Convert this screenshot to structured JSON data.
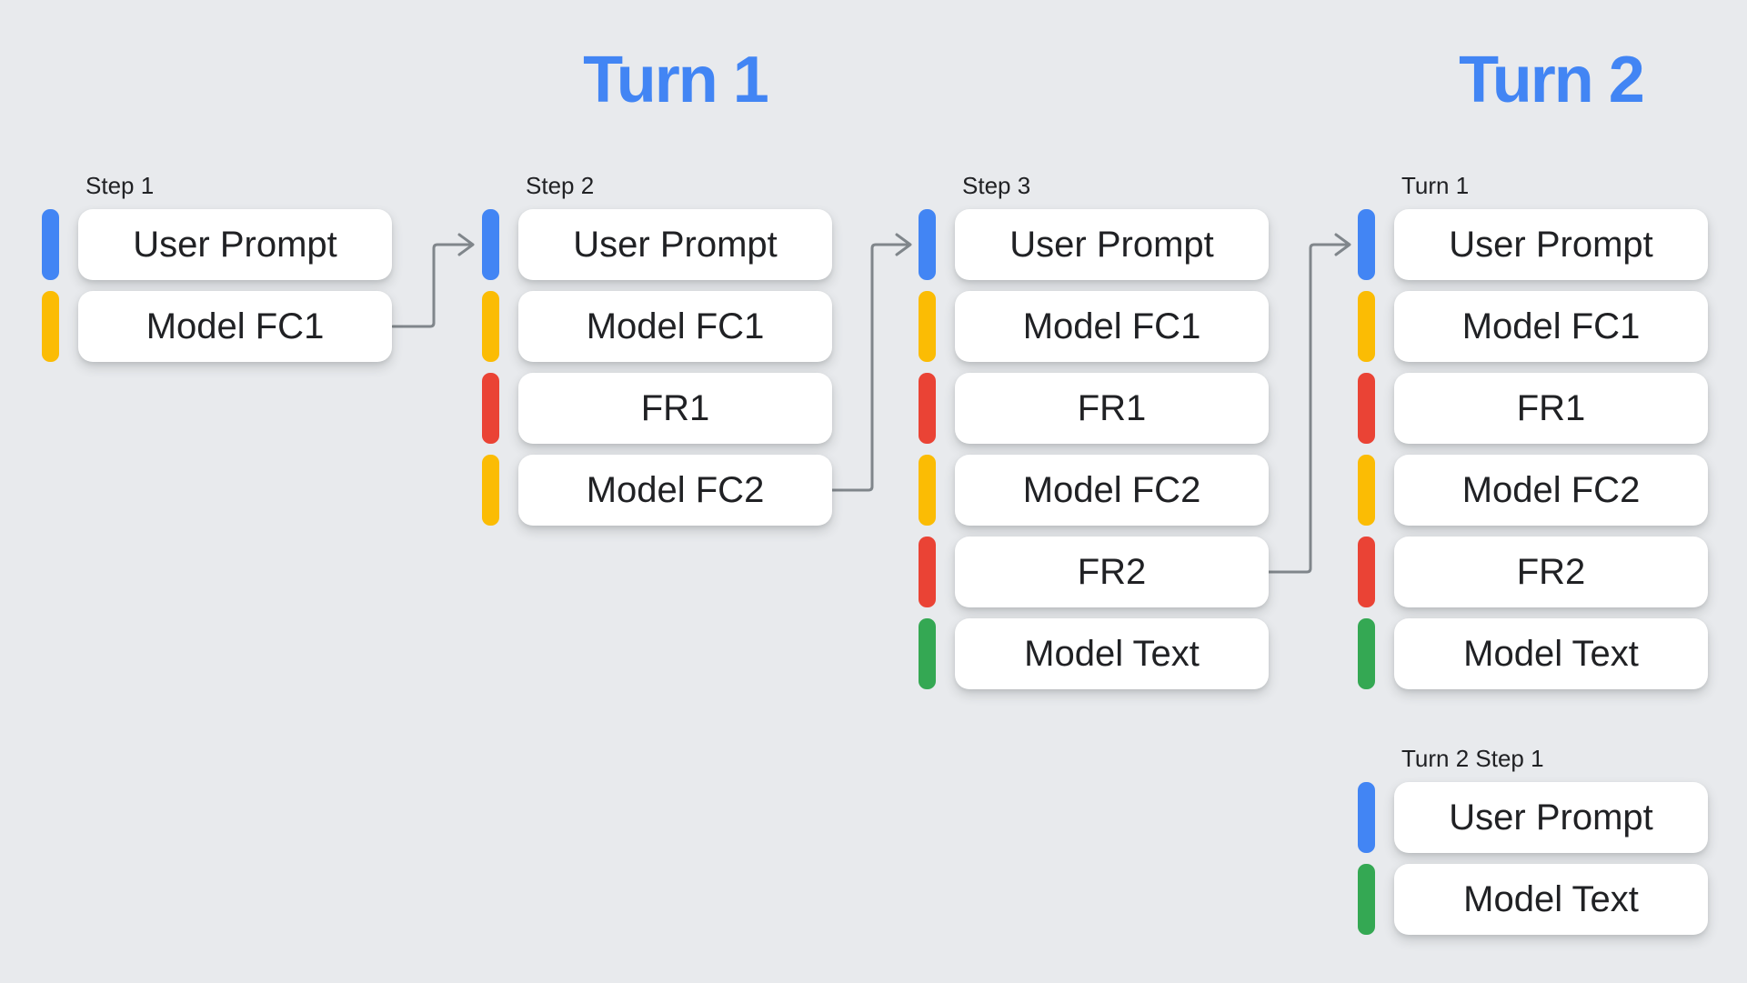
{
  "palette": {
    "bg": "#E8EAED",
    "card": "#FFFFFF",
    "ink": "#202124",
    "arrow": "#80868B",
    "blue": "#4285F4",
    "yellow": "#FBBC04",
    "red": "#EA4335",
    "green": "#34A853"
  },
  "titles": {
    "turn1": "Turn 1",
    "turn2": "Turn 2"
  },
  "columns": [
    {
      "label": "Step 1",
      "items": [
        {
          "text": "User Prompt",
          "color": "blue"
        },
        {
          "text": "Model FC1",
          "color": "yellow"
        }
      ]
    },
    {
      "label": "Step 2",
      "items": [
        {
          "text": "User Prompt",
          "color": "blue"
        },
        {
          "text": "Model FC1",
          "color": "yellow"
        },
        {
          "text": "FR1",
          "color": "red"
        },
        {
          "text": "Model FC2",
          "color": "yellow"
        }
      ]
    },
    {
      "label": "Step 3",
      "items": [
        {
          "text": "User Prompt",
          "color": "blue"
        },
        {
          "text": "Model FC1",
          "color": "yellow"
        },
        {
          "text": "FR1",
          "color": "red"
        },
        {
          "text": "Model FC2",
          "color": "yellow"
        },
        {
          "text": "FR2",
          "color": "red"
        },
        {
          "text": "Model Text",
          "color": "green"
        }
      ]
    },
    {
      "label": "Turn 1",
      "items": [
        {
          "text": "User Prompt",
          "color": "blue"
        },
        {
          "text": "Model FC1",
          "color": "yellow"
        },
        {
          "text": "FR1",
          "color": "red"
        },
        {
          "text": "Model FC2",
          "color": "yellow"
        },
        {
          "text": "FR2",
          "color": "red"
        },
        {
          "text": "Model Text",
          "color": "green"
        }
      ]
    },
    {
      "label": "Turn 2 Step 1",
      "items": [
        {
          "text": "User Prompt",
          "color": "blue"
        },
        {
          "text": "Model Text",
          "color": "green"
        }
      ]
    }
  ],
  "arrows": [
    {
      "from": "Step 1 / Model FC1",
      "to": "Step 2 / User Prompt"
    },
    {
      "from": "Step 2 / Model FC2",
      "to": "Step 3 / User Prompt"
    },
    {
      "from": "Step 3 / FR2",
      "to": "Turn 1 / User Prompt"
    }
  ]
}
